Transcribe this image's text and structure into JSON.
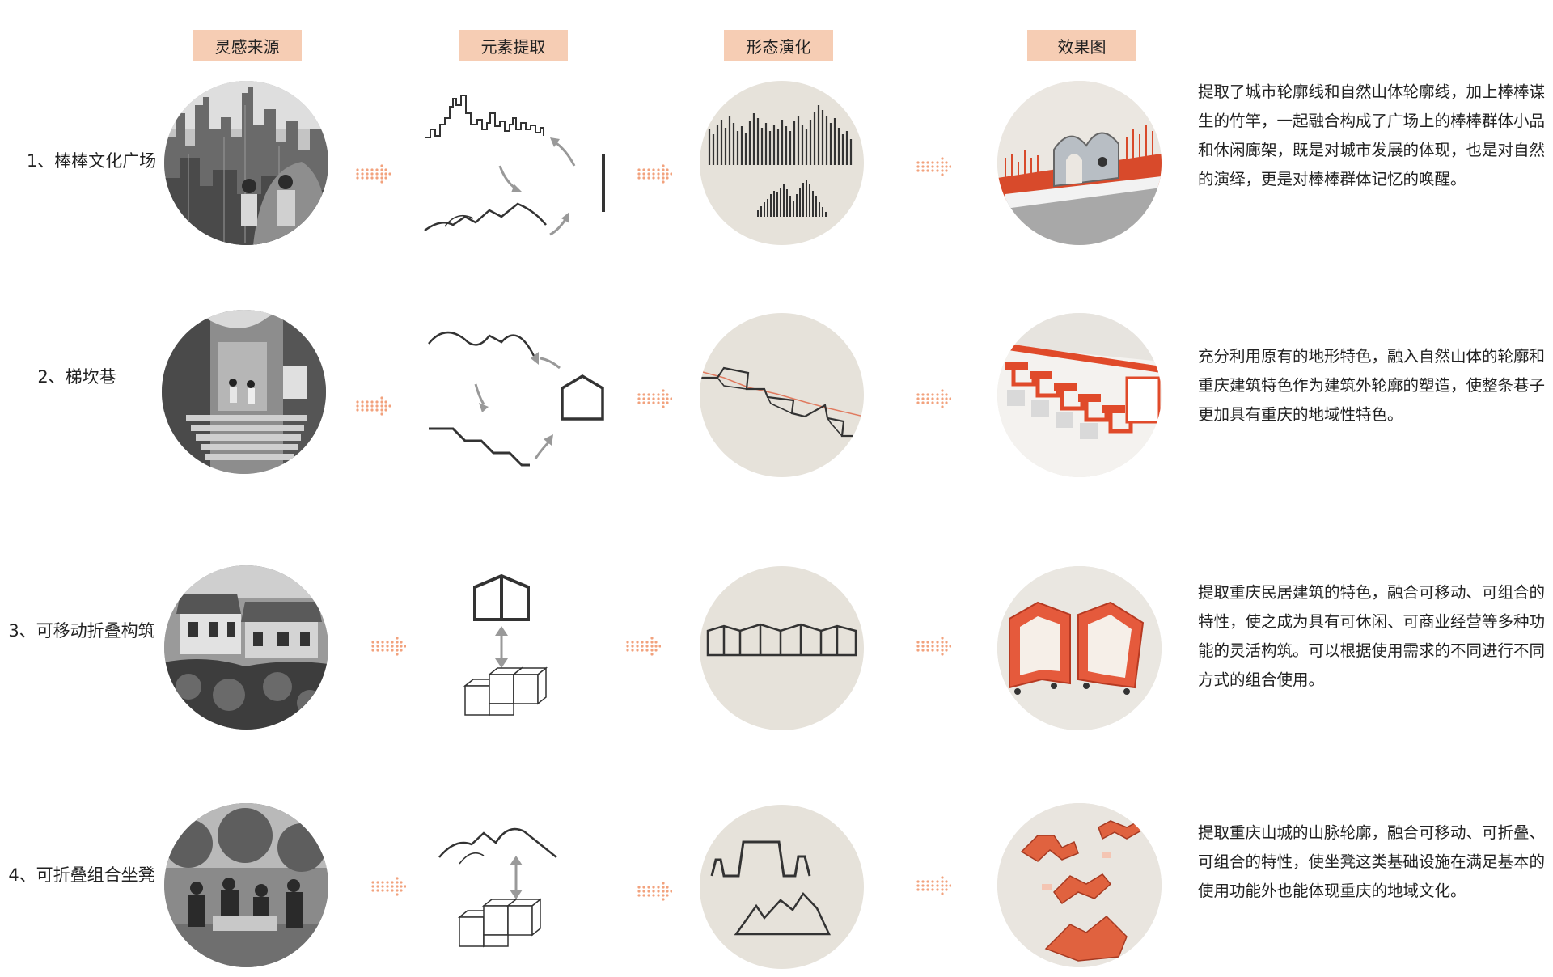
{
  "headers": {
    "inspiration": "灵感来源",
    "extraction": "元素提取",
    "evolution": "形态演化",
    "effect": "效果图"
  },
  "rows": [
    {
      "title": "1、棒棒文化广场",
      "description": "提取了城市轮廓线和自然山体轮廓线，加上棒棒谋生的竹竿，一起融合构成了广场上的棒棒群体小品和休闲廊架，既是对城市发展的体现，也是对自然的演绎，更是对棒棒群体记忆的唤醒。"
    },
    {
      "title": "2、梯坎巷",
      "description": "充分利用原有的地形特色，融入自然山体的轮廓和重庆建筑特色作为建筑外轮廓的塑造，使整条巷子更加具有重庆的地域性特色。"
    },
    {
      "title": "3、可移动折叠构筑",
      "description": "提取重庆民居建筑的特色，融合可移动、可组合的特性，使之成为具有可休闲、可商业经营等多种功能的灵活构筑。可以根据使用需求的不同进行不同方式的组合使用。"
    },
    {
      "title": "4、可折叠组合坐凳",
      "description": "提取重庆山城的山脉轮廓，融合可移动、可折叠、可组合的特性，使坐凳这类基础设施在满足基本的使用功能外也能体现重庆的地域文化。"
    }
  ],
  "colors": {
    "header_bg": "#f6cdb4",
    "accent_red": "#e04a2a",
    "arrow": "#f2a27d",
    "circle_bg": "#e6e2da",
    "line": "#333333"
  }
}
